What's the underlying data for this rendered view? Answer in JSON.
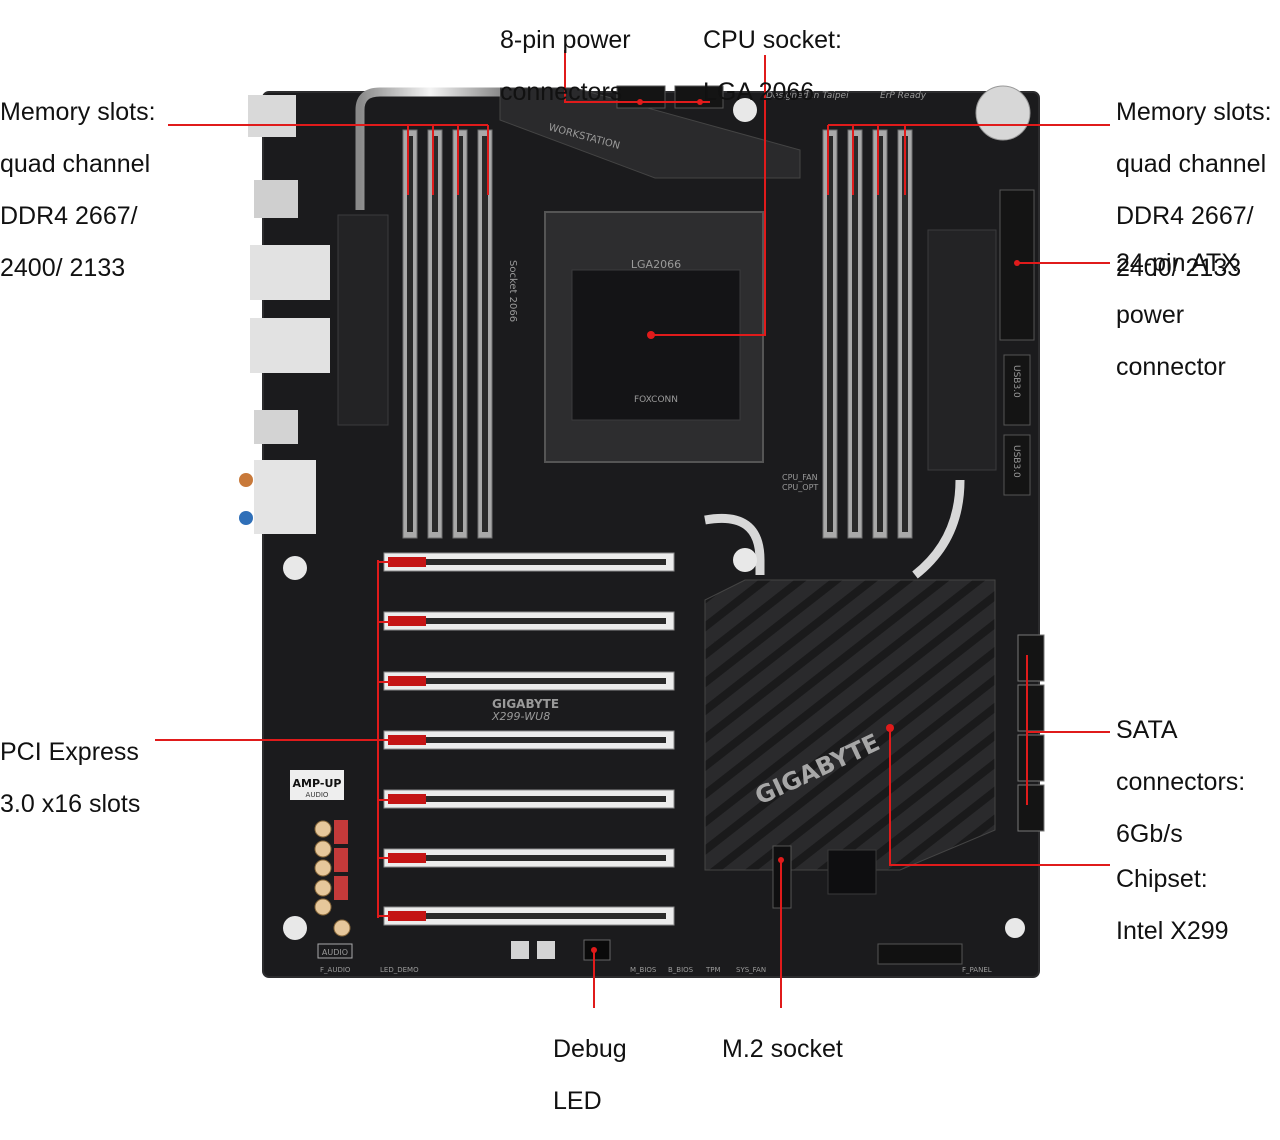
{
  "labels": {
    "mem_left": [
      "Memory slots:",
      "quad channel",
      "DDR4 2667/",
      "2400/ 2133"
    ],
    "pin8": [
      "8-pin power",
      "connectors"
    ],
    "cpu": [
      "CPU socket:",
      "LGA 2066"
    ],
    "mem_right": [
      "Memory slots:",
      "quad channel",
      "DDR4 2667/",
      "2400/ 2133"
    ],
    "atx24": [
      "24-pin ATX",
      "power",
      "connector"
    ],
    "pcie": [
      "PCI Express",
      "3.0 x16 slots"
    ],
    "sata": [
      "SATA",
      "connectors:",
      "6Gb/s"
    ],
    "chipset": [
      "Chipset:",
      "Intel X299"
    ],
    "debug": [
      "Debug",
      "LED"
    ],
    "m2": [
      "M.2 socket"
    ]
  },
  "board_text": {
    "workstation": "WORKSTATION",
    "socket": "Socket 2066",
    "lga": "LGA2066",
    "foxconn": "FOXCONN",
    "brand_heatsink": "GIGABYTE",
    "brand_small": "GIGABYTE",
    "model": "X299-WU8",
    "designed": "Designed in Taipei",
    "erp": "ErP Ready",
    "ampup": "AMP-UP",
    "audio": "AUDIO",
    "usb30_a": "USB3.0",
    "usb30_b": "USB3.0",
    "cpu_fan": "CPU_FAN",
    "cpu_opt": "CPU_OPT",
    "f_audio": "F_AUDIO",
    "led_demo": "LED_DEMO",
    "m_bios": "M_BIOS",
    "b_bios": "B_BIOS",
    "tpm": "TPM",
    "sys_fan": "SYS_FAN",
    "f_panel": "F_PANEL",
    "audio_box": "AUDIO"
  },
  "colors": {
    "pcb": "#1b1b1d",
    "annotation_line": "#e01b1b",
    "dimm_slot": "#a9a9a9",
    "pcie_slot": "#ececec",
    "pcie_latch": "#c41414",
    "heatsink": "#2b2b2d"
  }
}
